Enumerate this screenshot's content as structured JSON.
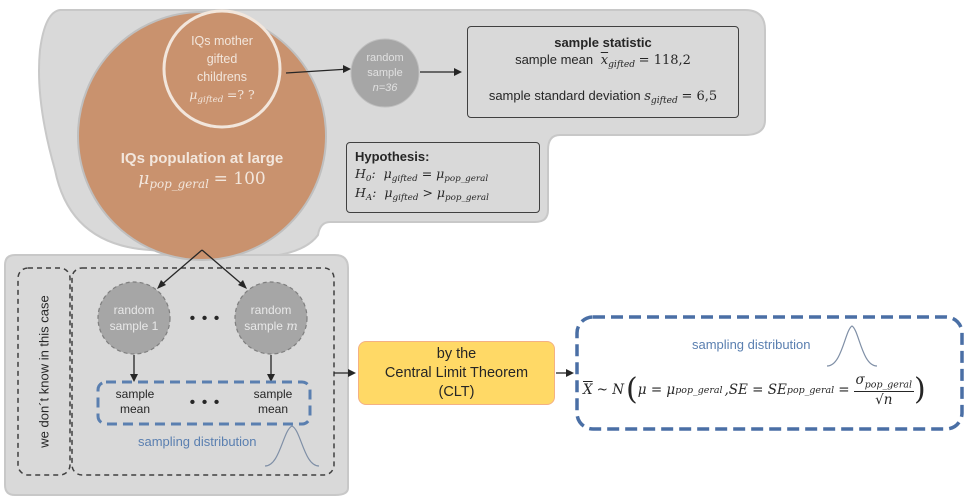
{
  "population_circle": {
    "title": "IQs population at large",
    "mu_symbol": "μ",
    "mu_sub": "pop_geral",
    "mu_value": "= 100"
  },
  "inner_circle": {
    "line1": "IQs mother",
    "line2": "gifted",
    "line3": "childrens",
    "mu_symbol": "μ",
    "mu_sub": "gifted",
    "mu_value": "=? ?"
  },
  "random_sample_top": {
    "line1": "random",
    "line2": "sample",
    "line3": "n=36"
  },
  "sample_statistic": {
    "title": "sample statistic",
    "mean_label": "sample mean",
    "mean_symbol": "x",
    "mean_sub": "gifted",
    "mean_value": "= 118,2",
    "sd_label": "sample standard deviation",
    "sd_symbol": "s",
    "sd_sub": "gifted",
    "sd_value": "= 6,5"
  },
  "hypothesis": {
    "title": "Hypothesis:",
    "h0_label": "H",
    "h0_sub": "0",
    "h0_expr_left": "μ",
    "h0_expr_left_sub": "gifted",
    "h0_op": "=",
    "h0_expr_right": "μ",
    "h0_expr_right_sub": "pop_geral",
    "ha_label": "H",
    "ha_sub": "A",
    "ha_expr_left": "μ",
    "ha_expr_left_sub": "gifted",
    "ha_op": ">",
    "ha_expr_right": "μ",
    "ha_expr_right_sub": "pop_geral"
  },
  "unknown_label": "we don´t know in this case",
  "random_sample_1": {
    "line1": "random",
    "line2": "sample 1"
  },
  "random_sample_m": {
    "line1": "random",
    "line2": "sample ",
    "m": "m"
  },
  "dots": "• • •",
  "sample_mean_1": {
    "line1": "sample",
    "line2": "mean"
  },
  "sample_mean_2": {
    "line1": "sample",
    "line2": "mean"
  },
  "sampling_distribution_left": "sampling distribution",
  "clt": {
    "line1": "by the",
    "line2": "Central Limit Theorem",
    "line3": "(CLT)"
  },
  "sampling_distribution_right": "sampling distribution",
  "formula": {
    "xbar": "X",
    "tilde_n": "~ N",
    "mu_part": "μ = μ",
    "mu_sub": "pop_geral",
    "se_part": ",SE = SE",
    "se_sub": "pop_geral",
    "eq": "=",
    "sigma": "σ",
    "sigma_sub": "pop_geral",
    "sqrt_n": "√n"
  },
  "colors": {
    "gray_bg": "#d9d9d9",
    "gray_stroke": "#bfbfbf",
    "orange": "#c9926e",
    "circle_gray": "#a6a6a6",
    "clt_fill": "#ffd966",
    "clt_stroke": "#f4b183",
    "blue": "#4a6fa5",
    "blue_text": "#5a7fb0"
  }
}
